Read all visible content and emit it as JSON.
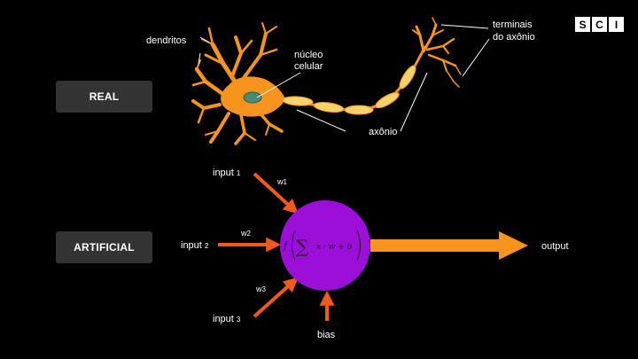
{
  "logo": [
    "S",
    "C",
    "I"
  ],
  "real_label": "REAL",
  "artificial_label": "ARTIFICIAL",
  "neuron": {
    "dendrites": "dendritos",
    "nucleus_line1": "núcleo",
    "nucleus_line2": "celular",
    "axon": "axônio",
    "terminals_line1": "terminais",
    "terminals_line2": "do axônio"
  },
  "perceptron": {
    "input1": "input",
    "input1_sub": "1",
    "input2": "input",
    "input2_sub": "2",
    "input3": "input",
    "input3_sub": "3",
    "w1": "w",
    "w1_sub": "1",
    "w2": "w",
    "w2_sub": "2",
    "w3": "w",
    "w3_sub": "3",
    "bias": "bias",
    "output": "output",
    "formula_f": "f",
    "formula_sigma": "∑",
    "formula_body": "x · w + b"
  },
  "colors": {
    "neuron_body": "#f7941d",
    "myelin": "#fbd26a",
    "nucleus": "#4c8a78",
    "arrow_input": "#f25a1d",
    "arrow_output": "#f7941d",
    "perceptron_circle": "#9b0fd8",
    "label_box": "#333333"
  }
}
